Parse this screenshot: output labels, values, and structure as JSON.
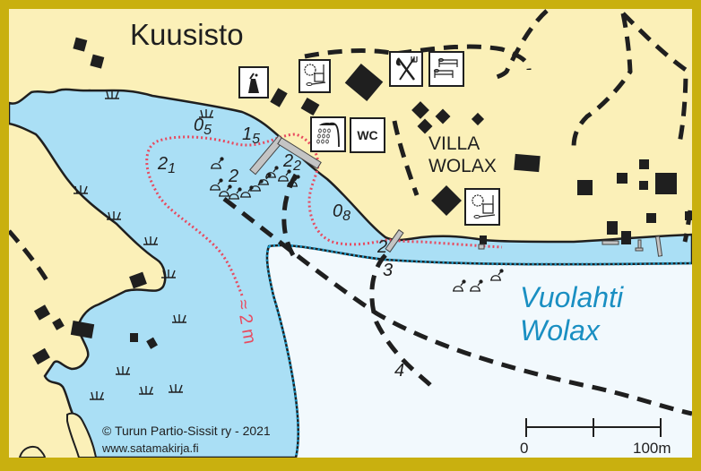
{
  "map": {
    "colors": {
      "frame": "#c9b00f",
      "land": "#fbf0b8",
      "shallow_water": "#aadff5",
      "deep_water": "#f2f9fd",
      "contour_2m": "#e84a5f",
      "contour_3m": "#1a98c8",
      "ink": "#1f1f1f",
      "water_label": "#1a8fc2"
    },
    "place_labels": {
      "kuusisto": "Kuusisto",
      "villa_line1": "VILLA",
      "villa_line2": "WOLAX",
      "water_line1": "Vuolahti",
      "water_line2": "Wolax"
    },
    "depths": [
      {
        "id": "d05",
        "main": "0",
        "sub": "5"
      },
      {
        "id": "d15",
        "main": "1",
        "sub": "5"
      },
      {
        "id": "d21",
        "main": "2",
        "sub": "1"
      },
      {
        "id": "d2a",
        "main": "2",
        "sub": ""
      },
      {
        "id": "d22",
        "main": "2",
        "sub": "2"
      },
      {
        "id": "d08",
        "main": "0",
        "sub": "8"
      },
      {
        "id": "d2b",
        "main": "2",
        "sub": ""
      },
      {
        "id": "d3",
        "main": "3",
        "sub": ""
      },
      {
        "id": "d4",
        "main": "4",
        "sub": ""
      }
    ],
    "contour_label": "≈ 2 m",
    "facility_icons": [
      {
        "name": "harbour-master-icon"
      },
      {
        "name": "sauna-icon"
      },
      {
        "name": "restaurant-icon",
        "label": "fork and knife"
      },
      {
        "name": "accommodation-icon",
        "label": "beds"
      },
      {
        "name": "shower-icon"
      },
      {
        "name": "wc-icon",
        "label": "WC"
      },
      {
        "name": "sauna-icon-villa"
      }
    ],
    "scale_bar": {
      "start": "0",
      "end": "100m"
    },
    "credits": {
      "copyright": "© Turun Partio-Sissit ry - 2021",
      "website": "www.satamakirja.fi"
    }
  }
}
